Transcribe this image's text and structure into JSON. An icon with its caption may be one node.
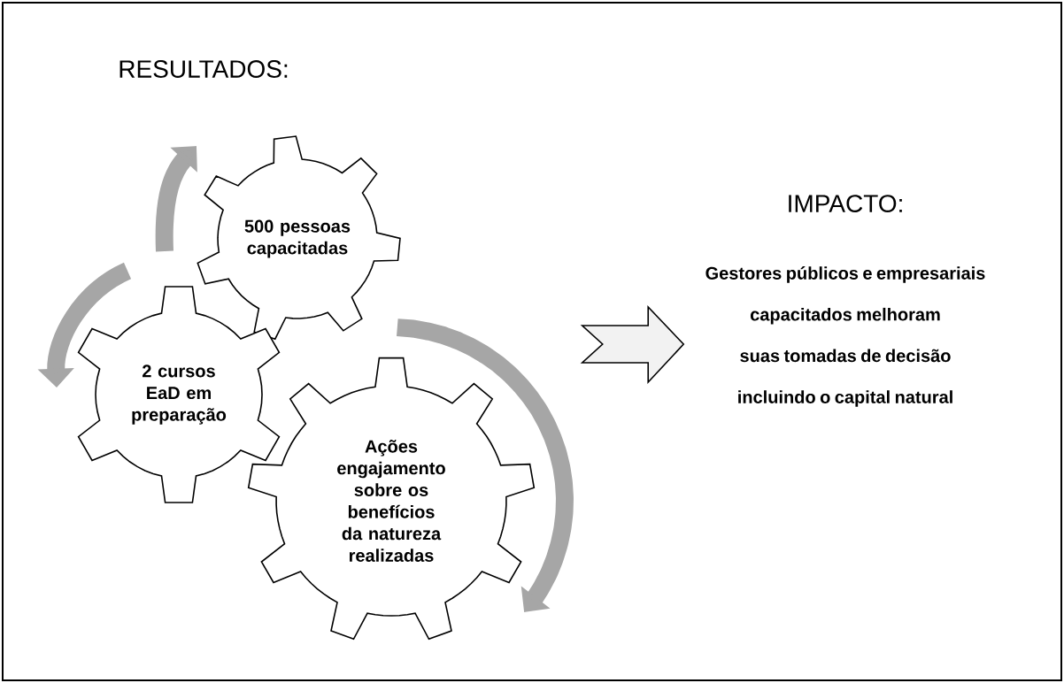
{
  "diagram": {
    "title": "RESULTADOS:",
    "nodes": [
      {
        "text": [
          "500 pessoas capacitadas"
        ]
      },
      {
        "text": [
          "2 cursos EaD em preparação"
        ]
      },
      {
        "text": [
          "Ações engajamento sobre os benefícios da natureza realizadas"
        ]
      },
      {
        "text": [
          "IMPACTO:",
          "Gestores públicos e empresariais capacitados melhoram",
          "suas tomadas de decisão incluindo o capital natural"
        ]
      }
    ],
    "edges": [
      {
        "from": 2,
        "to": 3,
        "arrow": "to"
      }
    ]
  }
}
